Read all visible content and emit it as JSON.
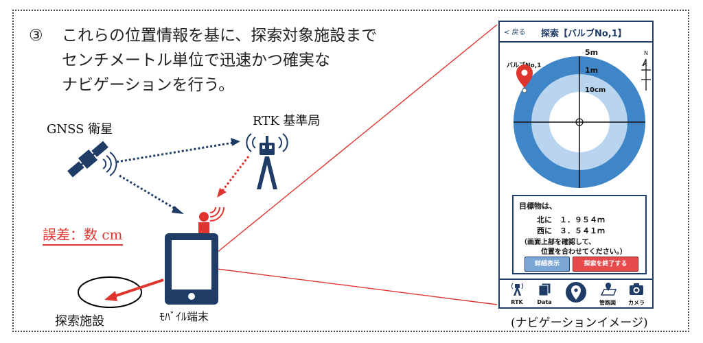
{
  "heading": {
    "number": "③",
    "line1": "これらの位置情報を基に、探索対象施設まで",
    "line2": "センチメートル単位で迅速かつ確実な",
    "line3": "ナビゲーションを行う。"
  },
  "labels": {
    "gnss": "GNSS 衛星",
    "rtk_station": "RTK 基準局",
    "error": "誤差：数 cm",
    "mobile": "ﾓﾊﾞｲﾙ端末",
    "facility": "探索施設",
    "caption": "(ナビゲーションイメージ)"
  },
  "phone": {
    "back": "< 戻る",
    "title": "探索【バルブNo,1】",
    "north": "N",
    "marker": "バルブNo,1",
    "rings": [
      "5m",
      "1m",
      "10cm"
    ],
    "info_title": "目標物は、",
    "north_line": "北に　１．９５４ｍ",
    "west_line": "西に　３．５４１ｍ",
    "note1": "（画面上部を確認して、",
    "note2": "位置を合わせてください。）",
    "btn_detail": "詳細表示",
    "btn_end": "探索を終了する",
    "nav": [
      "RTK",
      "Data",
      "",
      "管路図",
      "カメラ"
    ]
  },
  "colors": {
    "accent_red": "#e0342e",
    "dark_blue": "#1f3c66",
    "ring_outer": "#3f86c8",
    "ring_middle": "#b8d4ee"
  }
}
